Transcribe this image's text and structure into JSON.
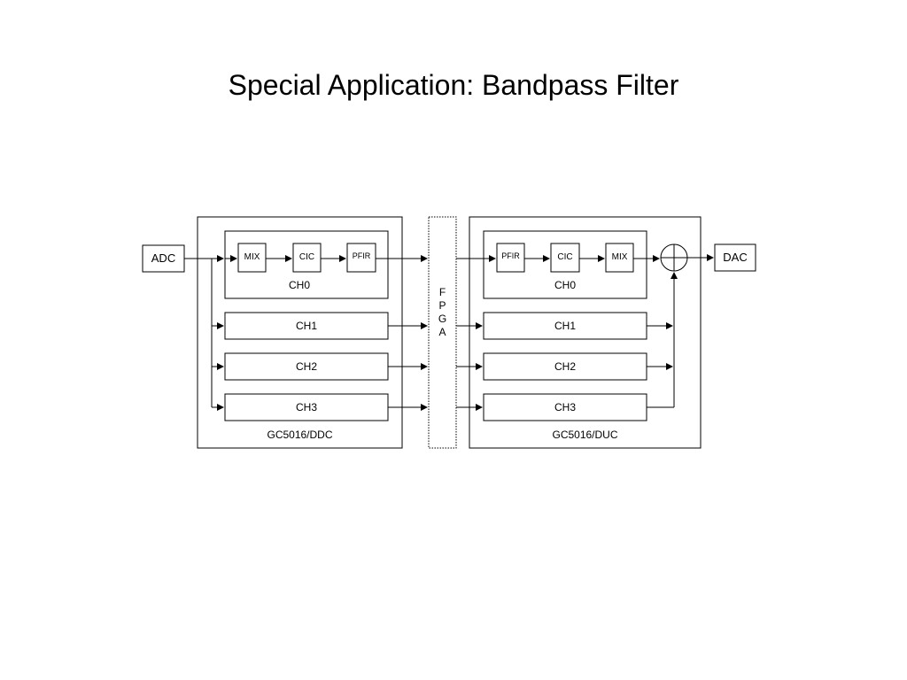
{
  "slide": {
    "title": "Special Application: Bandpass Filter"
  },
  "diagram": {
    "adc_label": "ADC",
    "dac_label": "DAC",
    "fpga_letters": [
      "F",
      "P",
      "G",
      "A"
    ],
    "ddc": {
      "label": "GC5016/DDC",
      "ch0_blocks": [
        "MIX",
        "CIC",
        "PFIR"
      ],
      "channels": [
        "CH0",
        "CH1",
        "CH2",
        "CH3"
      ]
    },
    "duc": {
      "label": "GC5016/DUC",
      "ch0_blocks": [
        "PFIR",
        "CIC",
        "MIX"
      ],
      "channels": [
        "CH0",
        "CH1",
        "CH2",
        "CH3"
      ]
    }
  }
}
